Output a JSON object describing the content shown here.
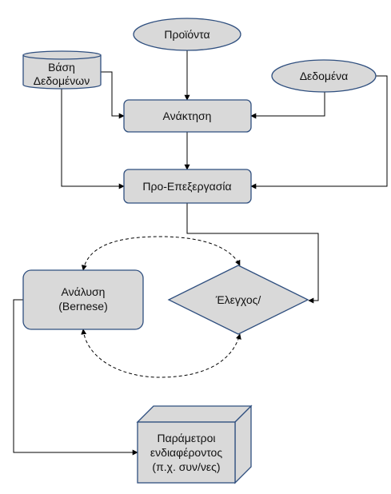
{
  "nodes": {
    "products": {
      "label": "Προϊόντα"
    },
    "database": {
      "line1": "Βάση",
      "line2": "Δεδομένων"
    },
    "data": {
      "label": "Δεδομένα"
    },
    "retrieval": {
      "label": "Ανάκτηση"
    },
    "preprocessing": {
      "label": "Προ-Επεξεργασία"
    },
    "analysis": {
      "line1": "Ανάλυση",
      "line2": "(Bernese)"
    },
    "check": {
      "label": "Έλεγχος/"
    },
    "parameters": {
      "line1": "Παράμετροι",
      "line2": "ενδιαφέροντος",
      "line3": "(π.χ. συν/νες)"
    }
  },
  "colors": {
    "shape_fill": "#d9d9d9",
    "shape_stroke": "#2f4f7f",
    "edge": "#000000"
  }
}
